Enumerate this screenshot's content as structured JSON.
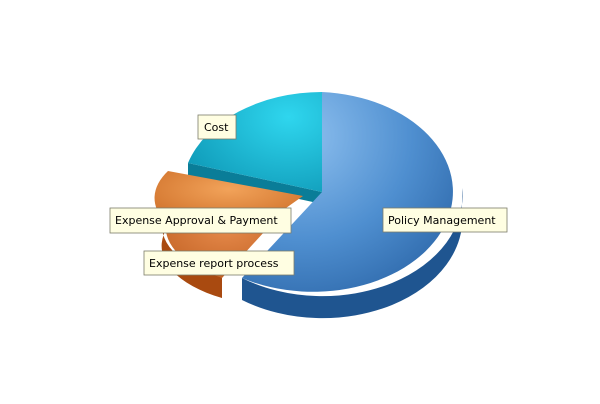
{
  "chart_data": {
    "type": "pie",
    "style": "3d-exploded",
    "legend": "none",
    "slices": [
      {
        "label": "Policy Management",
        "value": 62,
        "color": "#3f7fc3",
        "exploded": false
      },
      {
        "label": "Expense report process",
        "value": 8,
        "color": "#c2621d",
        "exploded": true
      },
      {
        "label": "Expense Approval & Payment",
        "value": 10,
        "color": "#d8782f",
        "exploded": true
      },
      {
        "label": "Cost",
        "value": 20,
        "color": "#1fb6d2",
        "exploded": false
      }
    ]
  }
}
